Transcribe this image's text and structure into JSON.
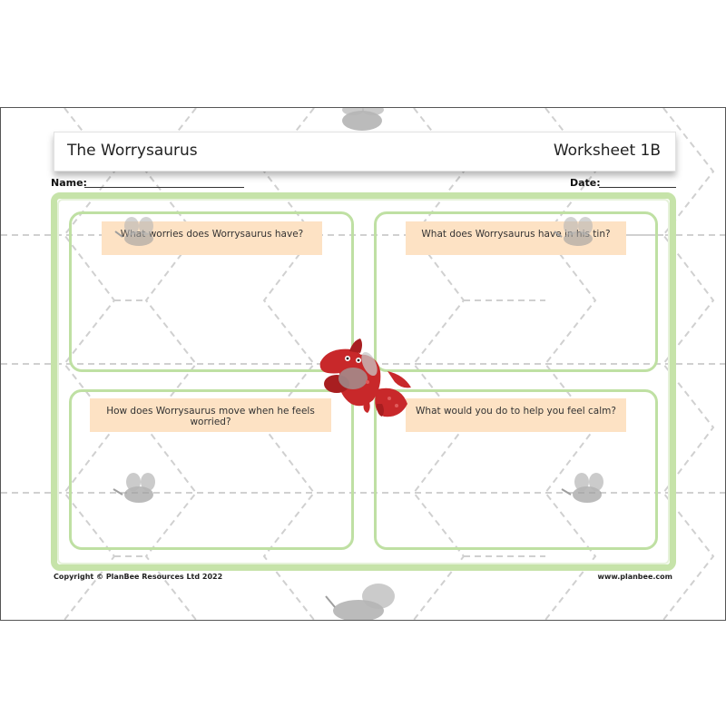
{
  "header": {
    "title": "The Worrysaurus",
    "sheet_label": "Worksheet 1B"
  },
  "fields": {
    "name_label": "Name:",
    "date_label": "Date:"
  },
  "questions": [
    "What worries does Worrysaurus have?",
    "What does Worrysaurus have in his tin?",
    "How does Worrysaurus move when he feels worried?",
    "What would you do to help you feel calm?"
  ],
  "footer": {
    "copyright": "Copyright © PlanBee Resources Ltd 2022",
    "website": "www.planbee.com"
  },
  "icons": [
    "dinosaur-illustration",
    "fly-icon"
  ],
  "colors": {
    "frame_green": "#c6e3a9",
    "panel_green": "#bfe0a3",
    "question_bg": "#fde2c4",
    "dino_red": "#c8282a",
    "fly_grey": "#9e9e9e"
  }
}
